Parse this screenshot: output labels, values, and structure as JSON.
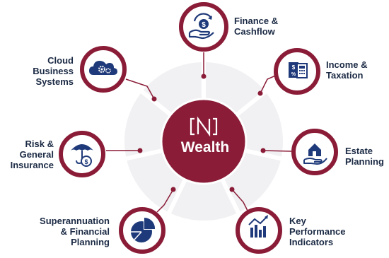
{
  "center": {
    "title": "Wealth",
    "logo_icon": "dn-logo-icon"
  },
  "colors": {
    "maroon": "#8a1c37",
    "navy": "#1f3a7a",
    "text": "#1b2a44",
    "wheel": "#f1f1f3"
  },
  "nodes": [
    {
      "id": "finance-cashflow",
      "label": "Finance &\nCashflow",
      "icon": "money-cycle-hand-icon"
    },
    {
      "id": "income-taxation",
      "label": "Income &\nTaxation",
      "icon": "tax-calculator-icon"
    },
    {
      "id": "estate-planning",
      "label": "Estate\nPlanning",
      "icon": "house-hand-icon"
    },
    {
      "id": "key-performance-indicators",
      "label": "Key\nPerformance\nIndicators",
      "icon": "bar-chart-trend-icon"
    },
    {
      "id": "superannuation-financial-planning",
      "label": "Superannuation\n& Financial\nPlanning",
      "icon": "pie-chart-icon"
    },
    {
      "id": "risk-general-insurance",
      "label": "Risk &\nGeneral\nInsurance",
      "icon": "umbrella-money-icon"
    },
    {
      "id": "cloud-business-systems",
      "label": "Cloud\nBusiness\nSystems",
      "icon": "cloud-gears-icon"
    }
  ]
}
